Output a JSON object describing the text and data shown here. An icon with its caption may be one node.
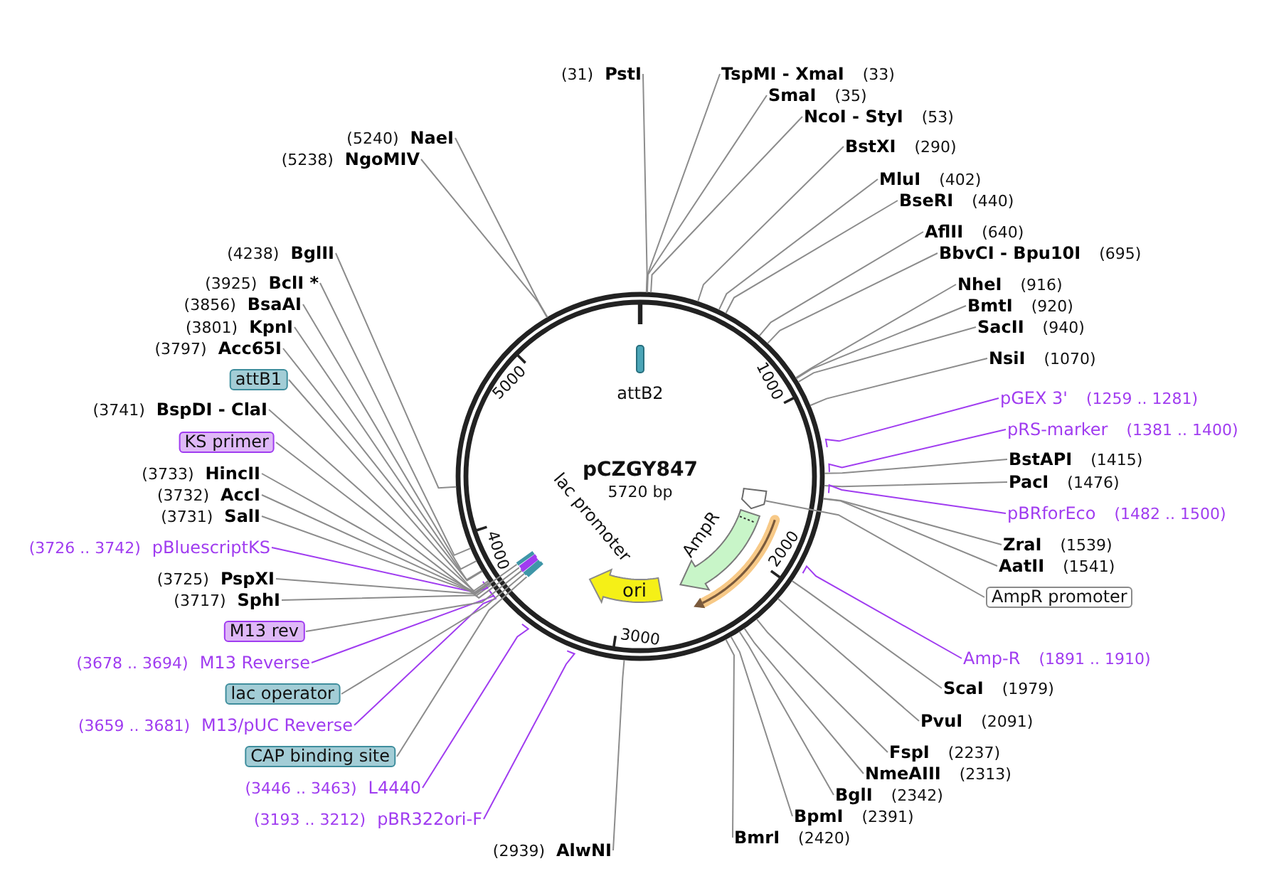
{
  "diagram": {
    "nodes": [
      {
        "text": [
          "pCZGY847",
          "5720 bp"
        ]
      },
      {
        "text": [
          "attB2"
        ],
        "in": 0
      },
      {
        "text": [],
        "shape": "arrow",
        "in": 0
      },
      {
        "text": [
          "AmpR"
        ],
        "in": 0
      },
      {
        "text": [
          "ori"
        ],
        "in": 0
      },
      {
        "text": [],
        "shape": "bar",
        "in": 0
      },
      {
        "text": [],
        "shape": "bar",
        "in": 0
      },
      {
        "text": [],
        "shape": "bar",
        "in": 0
      },
      {
        "text": [],
        "shape": "bar",
        "in": 0
      },
      {
        "text": [],
        "shape": "bar",
        "in": 0
      },
      {
        "text": [
          "(31)",
          "PstI"
        ]
      },
      {
        "text": [
          "TspMI - XmaI",
          "(33)"
        ]
      },
      {
        "text": [
          "SmaI",
          "(35)"
        ]
      },
      {
        "text": [
          "NcoI - StyI",
          "(53)"
        ]
      },
      {
        "text": [
          "BstXI",
          "(290)"
        ]
      },
      {
        "text": [
          "MluI",
          "(402)"
        ]
      },
      {
        "text": [
          "BseRI",
          "(440)"
        ]
      },
      {
        "text": [
          "AflII",
          "(640)"
        ]
      },
      {
        "text": [
          "BbvCI - Bpu10I",
          "(695)"
        ]
      },
      {
        "text": [
          "NheI",
          "(916)"
        ]
      },
      {
        "text": [
          "BmtI",
          "(920)"
        ]
      },
      {
        "text": [
          "SacII",
          "(940)"
        ]
      },
      {
        "text": [
          "NsiI",
          "(1070)"
        ]
      },
      {
        "text": [
          "pGEX 3'",
          "(1259 .. 1281)"
        ]
      },
      {
        "text": [
          "pRS-marker",
          "(1381 .. 1400)"
        ]
      },
      {
        "text": [
          "BstAPI",
          "(1415)"
        ]
      },
      {
        "text": [
          "PacI",
          "(1476)"
        ]
      },
      {
        "text": [
          "pBRforEco",
          "(1482 .. 1500)"
        ]
      },
      {
        "text": [
          "ZraI",
          "(1539)"
        ]
      },
      {
        "text": [
          "AatII",
          "(1541)"
        ]
      },
      {
        "text": [
          "AmpR promoter"
        ]
      },
      {
        "text": [
          "Amp-R",
          "(1891 .. 1910)"
        ]
      },
      {
        "text": [
          "ScaI",
          "(1979)"
        ]
      },
      {
        "text": [
          "PvuI",
          "(2091)"
        ]
      },
      {
        "text": [
          "FspI",
          "(2237)"
        ]
      },
      {
        "text": [
          "NmeAIII",
          "(2313)"
        ]
      },
      {
        "text": [
          "BglI",
          "(2342)"
        ]
      },
      {
        "text": [
          "BpmI",
          "(2391)"
        ]
      },
      {
        "text": [
          "BmrI",
          "(2420)"
        ]
      },
      {
        "text": [
          "(2939)",
          "AlwNI"
        ]
      },
      {
        "text": [
          "(3193 .. 3212)",
          "pBR322ori-F"
        ]
      },
      {
        "text": [
          "(3446 .. 3463)",
          "L4440"
        ]
      },
      {
        "text": [
          "CAP binding site"
        ]
      },
      {
        "text": [
          "(3659 .. 3681)",
          "M13/pUC Reverse"
        ]
      },
      {
        "text": [
          "lac operator"
        ]
      },
      {
        "text": [
          "(3678 .. 3694)",
          "M13 Reverse"
        ]
      },
      {
        "text": [
          "M13 rev"
        ]
      },
      {
        "text": [
          "(3717)",
          "SphI"
        ]
      },
      {
        "text": [
          "(3725)",
          "PspXI"
        ]
      },
      {
        "text": [
          "(3726 .. 3742)",
          "pBluescriptKS"
        ]
      },
      {
        "text": [
          "(3731)",
          "SalI"
        ]
      },
      {
        "text": [
          "(3732)",
          "AccI"
        ]
      },
      {
        "text": [
          "(3733)",
          "HincII"
        ]
      },
      {
        "text": [
          "KS primer"
        ]
      },
      {
        "text": [
          "(3741)",
          "BspDI - ClaI"
        ]
      },
      {
        "text": [
          "attB1"
        ]
      },
      {
        "text": [
          "(3797)",
          "Acc65I"
        ]
      },
      {
        "text": [
          "(3801)",
          "KpnI"
        ]
      },
      {
        "text": [
          "(3856)",
          "BsaAI"
        ]
      },
      {
        "text": [
          "(3925)",
          "BclI *"
        ]
      },
      {
        "text": [
          "(4238)",
          "BglII"
        ]
      },
      {
        "text": [
          "(5238)",
          "NgoMIV"
        ]
      },
      {
        "text": [
          "(5240)",
          "NaeI"
        ]
      }
    ],
    "edges": [
      {
        "from": 10,
        "to": 0,
        "arrow": "none"
      },
      {
        "from": 11,
        "to": 0,
        "arrow": "none"
      },
      {
        "from": 12,
        "to": 0,
        "arrow": "none"
      },
      {
        "from": 13,
        "to": 0,
        "arrow": "none"
      },
      {
        "from": 14,
        "to": 0,
        "arrow": "none"
      },
      {
        "from": 15,
        "to": 0,
        "arrow": "none"
      },
      {
        "from": 16,
        "to": 0,
        "arrow": "none"
      },
      {
        "from": 17,
        "to": 0,
        "arrow": "none"
      },
      {
        "from": 18,
        "to": 0,
        "arrow": "none"
      },
      {
        "from": 19,
        "to": 0,
        "arrow": "none"
      },
      {
        "from": 20,
        "to": 0,
        "arrow": "none"
      },
      {
        "from": 21,
        "to": 0,
        "arrow": "none"
      },
      {
        "from": 22,
        "to": 0,
        "arrow": "none"
      },
      {
        "from": 23,
        "to": 0,
        "arrow": "none",
        "color": "#a03cf0"
      },
      {
        "from": 24,
        "to": 0,
        "arrow": "none",
        "color": "#a03cf0"
      },
      {
        "from": 25,
        "to": 0,
        "arrow": "none"
      },
      {
        "from": 26,
        "to": 0,
        "arrow": "none"
      },
      {
        "from": 27,
        "to": 0,
        "arrow": "none",
        "color": "#a03cf0"
      },
      {
        "from": 28,
        "to": 0,
        "arrow": "none"
      },
      {
        "from": 29,
        "to": 0,
        "arrow": "none"
      },
      {
        "from": 30,
        "to": 2,
        "arrow": "none"
      },
      {
        "from": 31,
        "to": 0,
        "arrow": "none",
        "color": "#a03cf0"
      },
      {
        "from": 32,
        "to": 0,
        "arrow": "none"
      },
      {
        "from": 33,
        "to": 0,
        "arrow": "none"
      },
      {
        "from": 34,
        "to": 0,
        "arrow": "none"
      },
      {
        "from": 35,
        "to": 0,
        "arrow": "none"
      },
      {
        "from": 36,
        "to": 0,
        "arrow": "none"
      },
      {
        "from": 37,
        "to": 0,
        "arrow": "none"
      },
      {
        "from": 38,
        "to": 0,
        "arrow": "none"
      },
      {
        "from": 39,
        "to": 0,
        "arrow": "none"
      },
      {
        "from": 40,
        "to": 0,
        "arrow": "none",
        "color": "#a03cf0"
      },
      {
        "from": 41,
        "to": 0,
        "arrow": "none",
        "color": "#a03cf0"
      },
      {
        "from": 42,
        "to": 9,
        "arrow": "none"
      },
      {
        "from": 43,
        "to": 0,
        "arrow": "none",
        "color": "#a03cf0"
      },
      {
        "from": 44,
        "to": 8,
        "arrow": "none"
      },
      {
        "from": 45,
        "to": 0,
        "arrow": "none",
        "color": "#a03cf0"
      },
      {
        "from": 46,
        "to": 7,
        "arrow": "none"
      },
      {
        "from": 47,
        "to": 0,
        "arrow": "none"
      },
      {
        "from": 48,
        "to": 0,
        "arrow": "none"
      },
      {
        "from": 49,
        "to": 0,
        "arrow": "none",
        "color": "#a03cf0"
      },
      {
        "from": 50,
        "to": 0,
        "arrow": "none"
      },
      {
        "from": 51,
        "to": 0,
        "arrow": "none"
      },
      {
        "from": 52,
        "to": 0,
        "arrow": "none"
      },
      {
        "from": 53,
        "to": 6,
        "arrow": "none"
      },
      {
        "from": 54,
        "to": 0,
        "arrow": "none"
      },
      {
        "from": 55,
        "to": 5,
        "arrow": "none"
      },
      {
        "from": 56,
        "to": 0,
        "arrow": "none"
      },
      {
        "from": 57,
        "to": 0,
        "arrow": "none"
      },
      {
        "from": 58,
        "to": 0,
        "arrow": "none"
      },
      {
        "from": 59,
        "to": 0,
        "arrow": "none"
      },
      {
        "from": 60,
        "to": 0,
        "arrow": "none"
      },
      {
        "from": 61,
        "to": 0,
        "arrow": "none"
      },
      {
        "from": 62,
        "to": 0,
        "arrow": "none"
      }
    ],
    "labels": [
      "1000",
      "2000",
      "3000",
      "4000",
      "5000",
      "lac promoter"
    ]
  }
}
